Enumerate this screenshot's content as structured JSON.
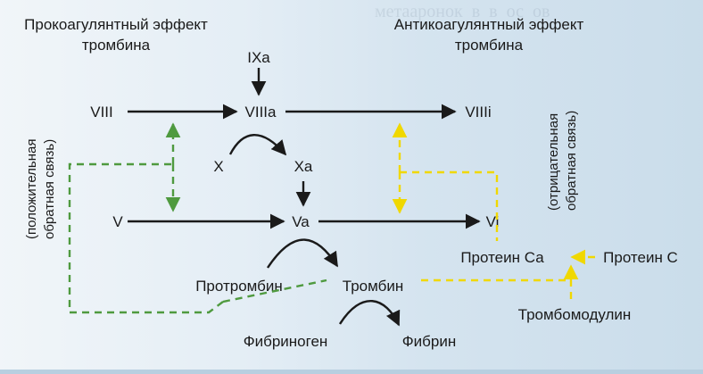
{
  "titles": {
    "procoag": [
      "Прокоагулянтный эффект",
      "тромбина"
    ],
    "anticoag": [
      "Антикоагулянтный эффект",
      "тромбина"
    ]
  },
  "side_labels": {
    "positive": [
      "(положительная",
      "обратная связь)"
    ],
    "negative": [
      "(отрицательная",
      "обратная связь)"
    ]
  },
  "nodes": {
    "IXa": "IXa",
    "VIII": "VIII",
    "VIIIa": "VIIIa",
    "VIIIi": "VIIIi",
    "X": "X",
    "Xa": "Xa",
    "V": "V",
    "Va": "Va",
    "Vi": "Vi",
    "prothrombin": "Протромбин",
    "thrombin": "Тромбин",
    "fibrinogen": "Фибриноген",
    "fibrin": "Фибрин",
    "protein_ca": "Протеин Са",
    "protein_c": "Протеин С",
    "thrombomodulin": "Тромбомодулин"
  },
  "colors": {
    "positive_feedback": "#4f9a3f",
    "negative_feedback": "#f0d800",
    "arrow": "#1a1a1a"
  }
}
